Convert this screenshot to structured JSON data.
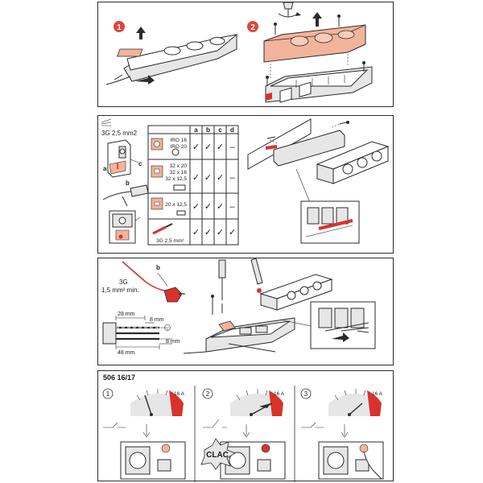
{
  "colors": {
    "salmon": "#f2b49a",
    "red": "#d8322b",
    "badge": "#e0453b",
    "line": "#2b2b2b"
  },
  "panel1": {
    "step1": "1",
    "step2": "2"
  },
  "panel2": {
    "cable_spec": "3G 2,5 mm2",
    "letters": {
      "a": "a",
      "b": "b",
      "c": "c"
    },
    "table": {
      "headers": [
        "a",
        "b",
        "c",
        "d"
      ],
      "rows": [
        {
          "labels": [
            "IRO 16",
            "IRO 20"
          ],
          "cells": [
            "✓",
            "✓",
            "✓",
            "–"
          ]
        },
        {
          "labels": [
            "32 x 20",
            "32 x 16",
            "32 x 12,5"
          ],
          "cells": [
            "✓",
            "✓",
            "✓",
            "–"
          ]
        },
        {
          "labels": [
            "20 x 12,5"
          ],
          "cells": [
            "✓",
            "✓",
            "✓",
            "–"
          ]
        },
        {
          "labels": [
            "3G 2,5 mm²"
          ],
          "cells": [
            "✓",
            "✓",
            "✓",
            "✓"
          ]
        }
      ]
    }
  },
  "panel3": {
    "cable_spec_1": "3G",
    "cable_spec_2": "1,5 mm² min.",
    "letter_b": "b",
    "dim_28": "28 mm",
    "dim_8a": "8 mm",
    "dim_48": "48 mm",
    "dim_8b": "8 mm"
  },
  "panel4": {
    "title": "506 16/17",
    "steps": [
      "1",
      "2",
      "3"
    ],
    "gauge_label": "16 A",
    "clac": "CLAC"
  }
}
